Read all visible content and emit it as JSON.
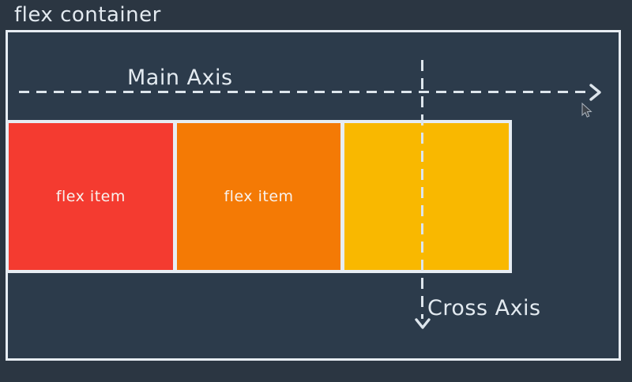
{
  "container": {
    "label": "flex container"
  },
  "axes": {
    "main": {
      "label": "Main Axis",
      "direction": "horizontal",
      "arrow": "right"
    },
    "cross": {
      "label": "Cross Axis",
      "direction": "vertical",
      "arrow": "down"
    }
  },
  "items": [
    {
      "label": "flex item",
      "color": "#f43b30"
    },
    {
      "label": "flex item",
      "color": "#f47a05"
    },
    {
      "label": "",
      "color": "#f9b800"
    }
  ],
  "cursor": {
    "icon": "mouse-pointer"
  },
  "colors": {
    "background": "#2b3642",
    "container_background": "#2c3b4b",
    "border": "#e7edf3",
    "axis_line": "#dde5ec",
    "text_primary": "#e3eaf0",
    "item_text": "#f8f2ee"
  }
}
